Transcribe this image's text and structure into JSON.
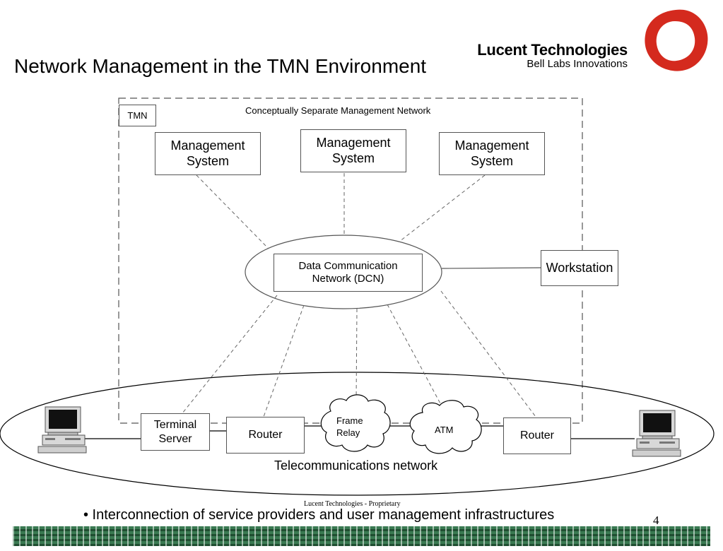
{
  "slide": {
    "title": "Network Management in the TMN Environment",
    "brand": {
      "name": "Lucent Technologies",
      "subtitle": "Bell Labs Innovations"
    },
    "logo_icon": "red-ring-logo-icon",
    "footer_note": "Lucent Technologies - Proprietary",
    "bullet": "• Interconnection of service providers and user management infrastructures",
    "page_number": "4"
  },
  "diagram": {
    "tmn_label": "TMN",
    "tmn_caption": "Conceptually Separate Management Network",
    "management_systems": [
      {
        "label": "Management\nSystem"
      },
      {
        "label": "Management\nSystem"
      },
      {
        "label": "Management\nSystem"
      }
    ],
    "dcn_label": "Data Communication\nNetwork (DCN)",
    "workstation_label": "Workstation",
    "terminal_server_label": "Terminal\nServer",
    "router_left_label": "Router",
    "frame_relay_label": "Frame\nRelay",
    "atm_label": "ATM",
    "router_right_label": "Router",
    "network_label": "Telecommunications network",
    "icons": [
      "computer-icon",
      "computer-icon",
      "cloud-icon",
      "cloud-icon"
    ],
    "colors": {
      "logo": "#d42a1e",
      "pattern": "#3a7a52"
    }
  }
}
